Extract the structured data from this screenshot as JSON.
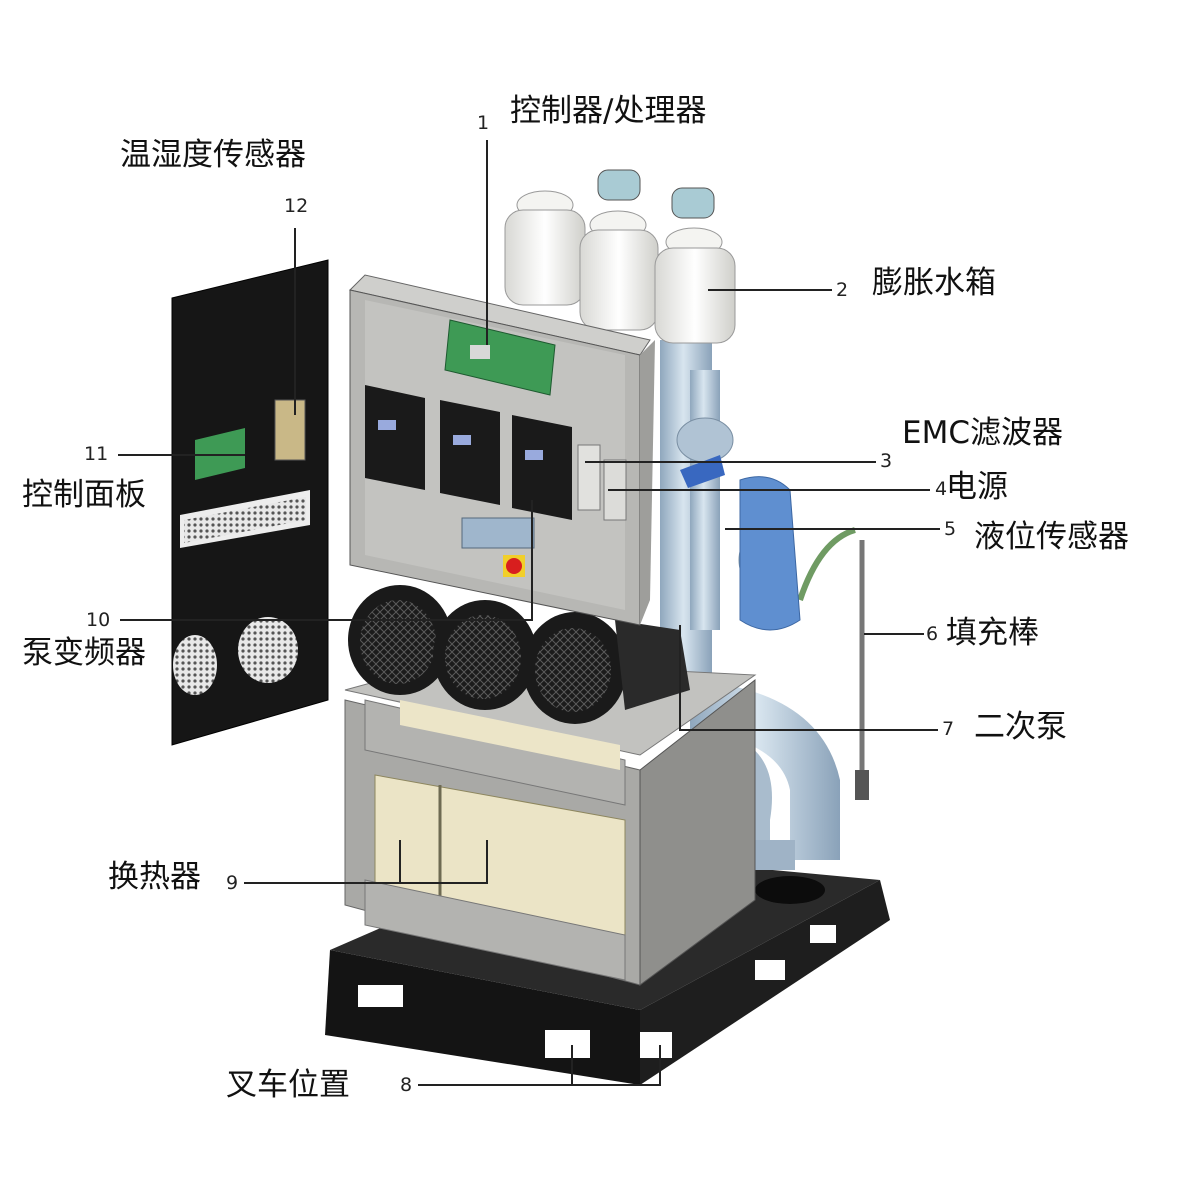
{
  "callouts": [
    {
      "number": "1",
      "label": "控制器/处理器"
    },
    {
      "number": "2",
      "label": "膨胀水箱"
    },
    {
      "number": "3",
      "label": "EMC滤波器"
    },
    {
      "number": "4",
      "label": "电源"
    },
    {
      "number": "5",
      "label": "液位传感器"
    },
    {
      "number": "6",
      "label": "填充棒"
    },
    {
      "number": "7",
      "label": "二次泵"
    },
    {
      "number": "8",
      "label": "叉车位置"
    },
    {
      "number": "9",
      "label": "换热器"
    },
    {
      "number": "10",
      "label": "泵变频器"
    },
    {
      "number": "11",
      "label": "控制面板"
    },
    {
      "number": "12",
      "label": "温湿度传感器"
    }
  ],
  "colors": {
    "cabinet": "#b7b7b4",
    "frame": "#111111",
    "pipe": "#b9ccdc",
    "tank": "#f4f4f1",
    "exchanger": "#ebe4c6",
    "pcb": "#3e9a55",
    "vfd": "#1a1a1a",
    "level_sensor": "#5f8fd0",
    "estop": "#d81e1e"
  }
}
